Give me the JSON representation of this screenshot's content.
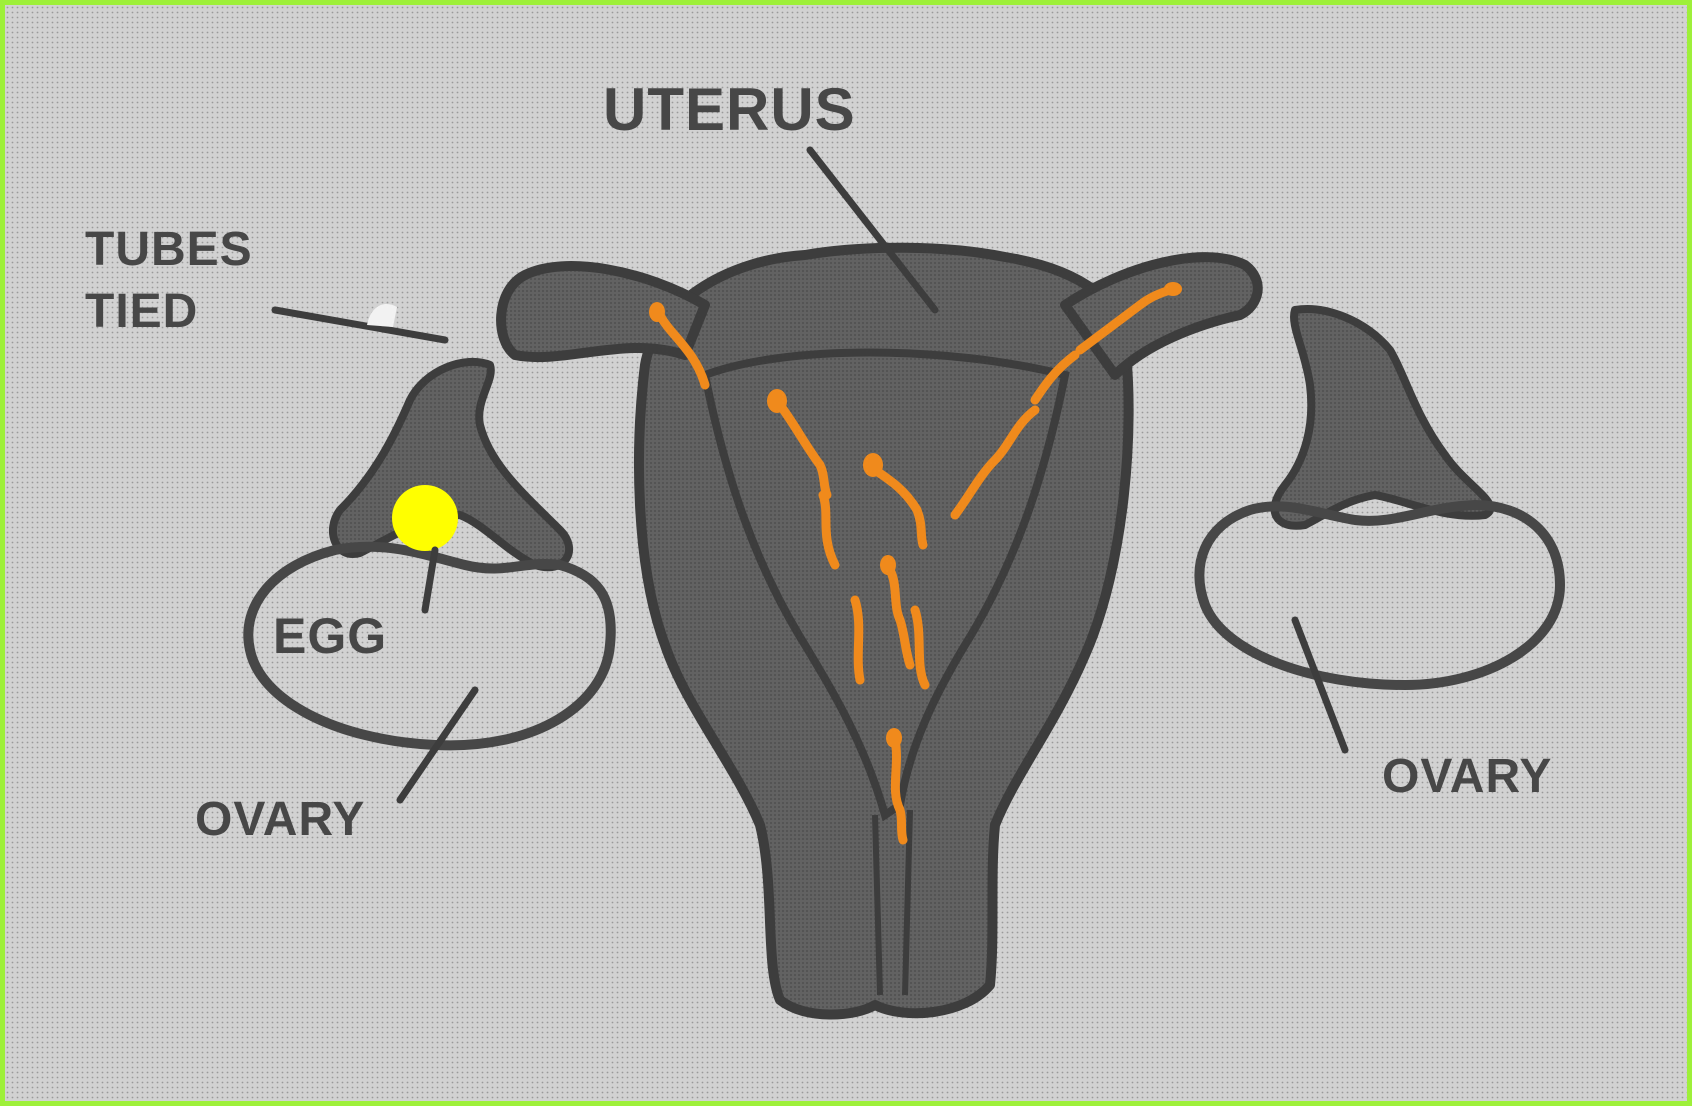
{
  "labels": {
    "uterus": "UTERUS",
    "tubes_tied_line1": "TUBES",
    "tubes_tied_line2": "TIED",
    "egg": "EGG",
    "ovary_left": "OVARY",
    "ovary_right": "OVARY"
  },
  "colors": {
    "border": "#9ef03a",
    "background": "#c9c9c9",
    "organ_fill": "#5c5c5c",
    "organ_outline": "#3d3d3d",
    "sperm": "#f08a1c",
    "egg": "#ffff00"
  }
}
